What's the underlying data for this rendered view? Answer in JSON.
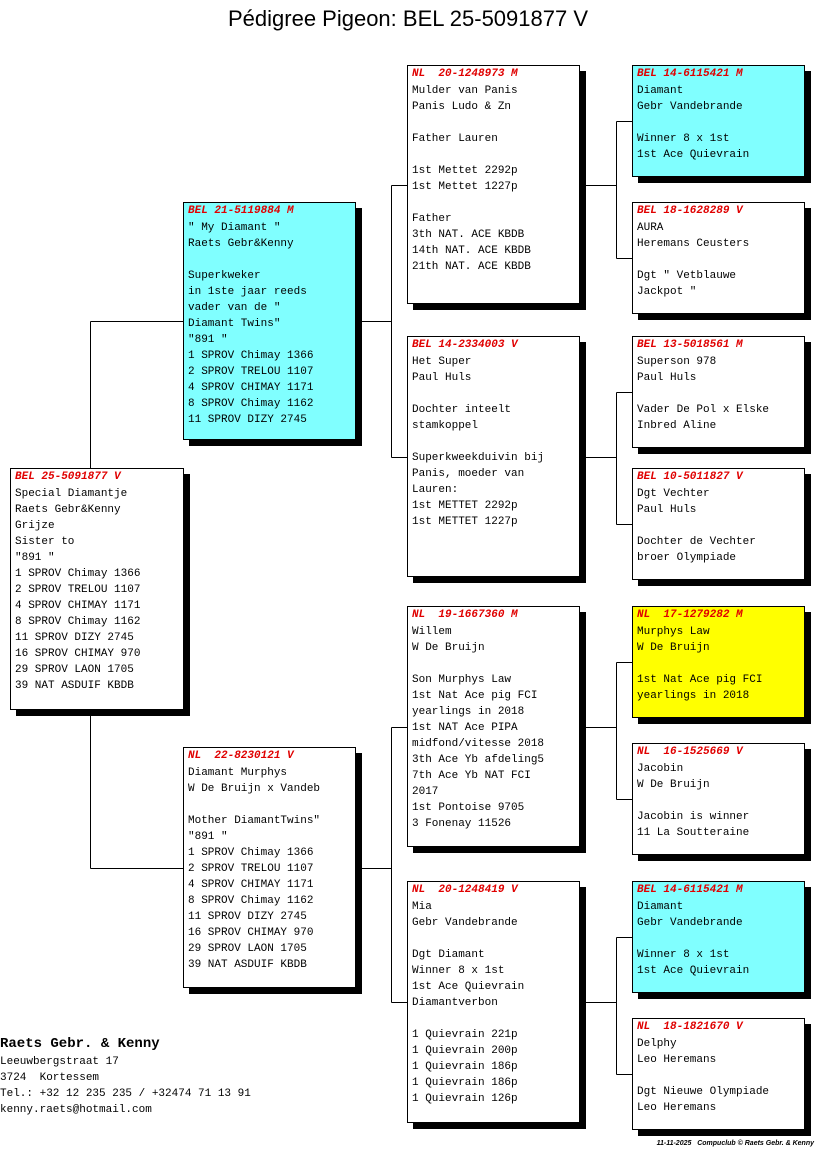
{
  "title": "Pédigree Pigeon: BEL 25-5091877 V",
  "cards": [
    {
      "id": "subject",
      "ring": "BEL 25-5091877 V",
      "color": "white",
      "lines": [
        "Special Diamantje",
        "Raets Gebr&Kenny",
        "Grijze",
        "Sister to",
        "\"891 \"",
        "1 SPROV Chimay 1366",
        "2 SPROV TRELOU 1107",
        "4 SPROV CHIMAY 1171",
        "8 SPROV Chimay 1162",
        "11 SPROV DIZY 2745",
        "16 SPROV CHIMAY 970",
        "29 SPROV LAON 1705",
        "39 NAT ASDUIF KBDB"
      ]
    },
    {
      "id": "father",
      "ring": "BEL 21-5119884 M",
      "color": "cyan",
      "lines": [
        "\" My Diamant \"",
        "Raets Gebr&Kenny",
        "",
        "Superkweker",
        "in 1ste jaar reeds",
        "vader van de \"",
        "Diamant Twins\"",
        "\"891 \"",
        "1 SPROV Chimay 1366",
        "2 SPROV TRELOU 1107",
        "4 SPROV CHIMAY 1171",
        "8 SPROV Chimay 1162",
        "11 SPROV DIZY 2745"
      ]
    },
    {
      "id": "mother",
      "ring": "NL  22-8230121 V",
      "color": "white",
      "lines": [
        "Diamant Murphys",
        "W De Bruijn x Vandeb",
        "",
        "Mother DiamantTwins\"",
        "\"891 \"",
        "1 SPROV Chimay 1366",
        "2 SPROV TRELOU 1107",
        "4 SPROV CHIMAY 1171",
        "8 SPROV Chimay 1162",
        "11 SPROV DIZY 2745",
        "16 SPROV CHIMAY 970",
        "29 SPROV LAON 1705",
        "39 NAT ASDUIF KBDB"
      ]
    },
    {
      "id": "ff",
      "ring": "NL  20-1248973 M",
      "color": "white",
      "lines": [
        "Mulder van Panis",
        "Panis Ludo & Zn",
        "",
        "Father Lauren",
        "",
        "1st Mettet 2292p",
        "1st Mettet 1227p",
        "",
        "Father",
        "3th NAT. ACE KBDB",
        "14th NAT. ACE KBDB",
        "21th NAT. ACE KBDB"
      ]
    },
    {
      "id": "fm",
      "ring": "BEL 14-2334003 V",
      "color": "white",
      "lines": [
        "Het Super",
        "Paul Huls",
        "",
        "Dochter inteelt",
        "stamkoppel",
        "",
        "Superkweekduivin bij",
        "Panis, moeder van",
        "Lauren:",
        "1st METTET 2292p",
        "1st METTET 1227p"
      ]
    },
    {
      "id": "mf",
      "ring": "NL  19-1667360 M",
      "color": "white",
      "lines": [
        "Willem",
        "W De Bruijn",
        "",
        "Son Murphys Law",
        "1st Nat Ace pig FCI",
        "yearlings in 2018",
        "1st NAT Ace PIPA",
        "midfond/vitesse 2018",
        "3th Ace Yb afdeling5",
        "7th Ace Yb NAT FCI",
        "2017",
        "1st Pontoise 9705",
        "3 Fonenay 11526"
      ]
    },
    {
      "id": "mm",
      "ring": "NL  20-1248419 V",
      "color": "white",
      "lines": [
        "Mia",
        "Gebr Vandebrande",
        "",
        "Dgt Diamant",
        "Winner 8 x 1st",
        "1st Ace Quievrain",
        "Diamantverbon",
        "",
        "1 Quievrain 221p",
        "1 Quievrain 200p",
        "1 Quievrain 186p",
        "1 Quievrain 186p",
        "1 Quievrain 126p"
      ]
    },
    {
      "id": "fff",
      "ring": "BEL 14-6115421 M",
      "color": "cyan",
      "lines": [
        "Diamant",
        "Gebr Vandebrande",
        "",
        "Winner 8 x 1st",
        "1st Ace Quievrain"
      ]
    },
    {
      "id": "ffm",
      "ring": "BEL 18-1628289 V",
      "color": "white",
      "lines": [
        "AURA",
        "Heremans Ceusters",
        "",
        "Dgt \" Vetblauwe",
        "Jackpot \""
      ]
    },
    {
      "id": "fmf",
      "ring": "BEL 13-5018561 M",
      "color": "white",
      "lines": [
        "Superson 978",
        "Paul Huls",
        "",
        "Vader De Pol x Elske",
        "Inbred Aline"
      ]
    },
    {
      "id": "fmm",
      "ring": "BEL 10-5011827 V",
      "color": "white",
      "lines": [
        "Dgt Vechter",
        "Paul Huls",
        "",
        "Dochter de Vechter",
        "broer Olympiade"
      ]
    },
    {
      "id": "mff",
      "ring": "NL  17-1279282 M",
      "color": "yellow",
      "lines": [
        "Murphys Law",
        "W De Bruijn",
        "",
        "1st Nat Ace pig FCI",
        "yearlings in 2018"
      ]
    },
    {
      "id": "mfm",
      "ring": "NL  16-1525669 V",
      "color": "white",
      "lines": [
        "Jacobin",
        "W De Bruijn",
        "",
        "Jacobin is winner",
        "11 La Soutteraine"
      ]
    },
    {
      "id": "mmf",
      "ring": "BEL 14-6115421 M",
      "color": "cyan",
      "lines": [
        "Diamant",
        "Gebr Vandebrande",
        "",
        "Winner 8 x 1st",
        "1st Ace Quievrain"
      ]
    },
    {
      "id": "mmm",
      "ring": "NL  18-1821670 V",
      "color": "white",
      "lines": [
        "Delphy",
        "Leo Heremans",
        "",
        "Dgt Nieuwe Olympiade",
        "Leo Heremans"
      ]
    }
  ],
  "breeder": {
    "name": "Raets Gebr. & Kenny",
    "address": "Leeuwbergstraat 17",
    "city": "3724  Kortessem",
    "phone": "Tel.: +32 12 235 235 / +32474 71 13 91",
    "email": "kenny.raets@hotmail.com"
  },
  "footer": "11-11-2025   Compuclub © Raets Gebr. & Kenny"
}
